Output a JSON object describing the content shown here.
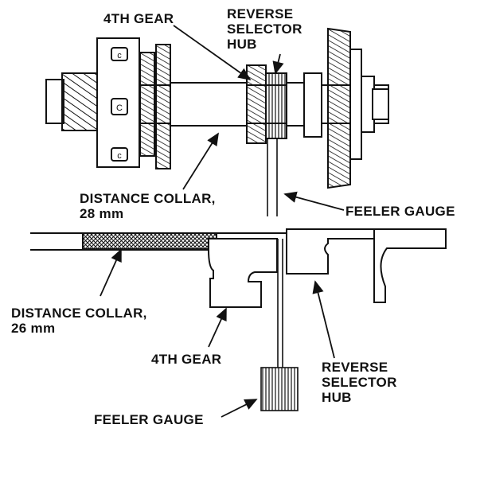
{
  "top_view": {
    "labels": {
      "fourth_gear": "4TH GEAR",
      "reverse_selector_hub": "REVERSE\nSELECTOR\nHUB",
      "distance_collar": "DISTANCE COLLAR,\n28 mm",
      "feeler_gauge": "FEELER GAUGE"
    }
  },
  "section_view": {
    "labels": {
      "distance_collar": "DISTANCE COLLAR,\n26 mm",
      "fourth_gear": "4TH GEAR",
      "reverse_selector_hub": "REVERSE\nSELECTOR\nHUB",
      "feeler_gauge": "FEELER GAUGE"
    }
  }
}
